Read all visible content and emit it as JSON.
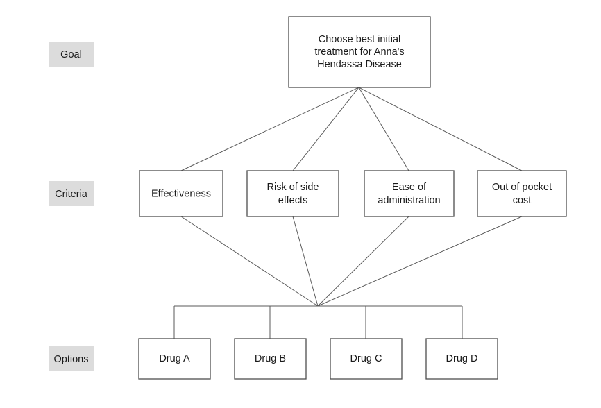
{
  "diagram": {
    "title_row_labels": [
      {
        "id": "goal",
        "label": "Goal"
      },
      {
        "id": "criteria",
        "label": "Criteria"
      },
      {
        "id": "options",
        "label": "Options"
      }
    ],
    "goal": {
      "lines": [
        "Choose best initial",
        "treatment for Anna's",
        "Hendassa Disease"
      ]
    },
    "criteria": [
      {
        "id": "effectiveness",
        "lines": [
          "Effectiveness"
        ]
      },
      {
        "id": "risk-of-side-effects",
        "lines": [
          "Risk of side",
          "effects"
        ]
      },
      {
        "id": "ease-of-administration",
        "lines": [
          "Ease of",
          "administration"
        ]
      },
      {
        "id": "out-of-pocket-cost",
        "lines": [
          "Out of pocket",
          "cost"
        ]
      }
    ],
    "options": [
      {
        "id": "drug-a",
        "lines": [
          "Drug A"
        ]
      },
      {
        "id": "drug-b",
        "lines": [
          "Drug B"
        ]
      },
      {
        "id": "drug-c",
        "lines": [
          "Drug C"
        ]
      },
      {
        "id": "drug-d",
        "lines": [
          "Drug D"
        ]
      }
    ],
    "colors": {
      "background": "#ffffff",
      "box_border": "#4d4d4d",
      "box_fill": "#ffffff",
      "connector": "#5a5a5a",
      "row_label_fill": "#dcdcdc",
      "text": "#1a1a1a"
    }
  }
}
